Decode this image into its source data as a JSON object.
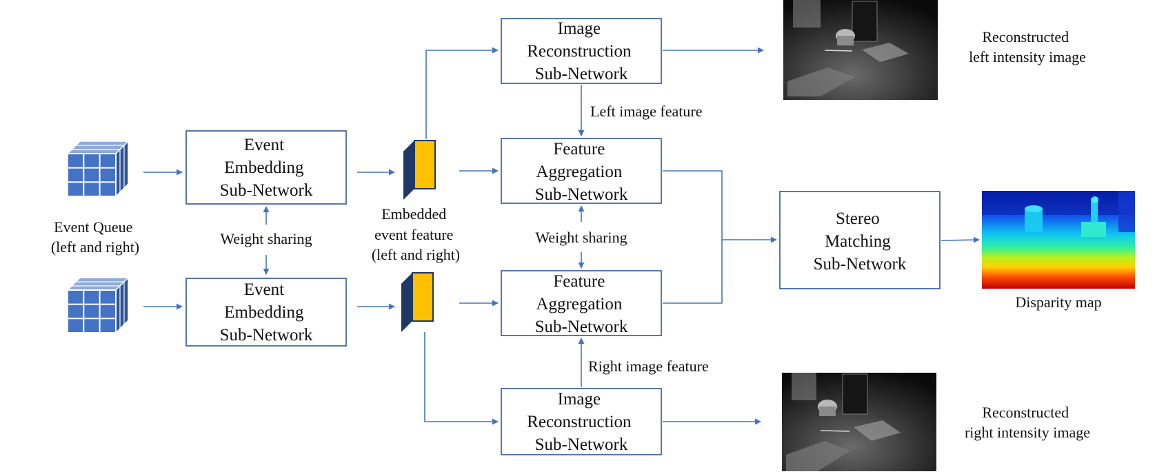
{
  "colors": {
    "arrow": "#4472c4",
    "box_border": "#2f5597",
    "feature_front": "#ffc000",
    "feature_side": "#1f3864",
    "cube": "#4472c4"
  },
  "nodes": {
    "event_embedding_top": [
      "Event",
      "Embedding",
      "Sub-Network"
    ],
    "event_embedding_bottom": [
      "Event",
      "Embedding",
      "Sub-Network"
    ],
    "image_recon_top": [
      "Image",
      "Reconstruction",
      "Sub-Network"
    ],
    "image_recon_bottom": [
      "Image",
      "Reconstruction",
      "Sub-Network"
    ],
    "feature_agg_top": [
      "Feature",
      "Aggregation",
      "Sub-Network"
    ],
    "feature_agg_bottom": [
      "Feature",
      "Aggregation",
      "Sub-Network"
    ],
    "stereo_matching": [
      "Stereo",
      "Matching",
      "Sub-Network"
    ]
  },
  "labels": {
    "event_queue": [
      "Event Queue",
      "(left and right)"
    ],
    "weight_sharing_left": "Weight sharing",
    "weight_sharing_right": "Weight sharing",
    "embedded_feature": [
      "Embedded",
      "event feature",
      "(left and right)"
    ],
    "left_image_feature": "Left image feature",
    "right_image_feature": "Right image feature",
    "recon_left": [
      "Reconstructed",
      "left intensity image"
    ],
    "recon_right": [
      "Reconstructed",
      "right intensity image"
    ],
    "disparity_map": "Disparity map"
  },
  "icons": {
    "event_cube": "event-voxel-cube-icon",
    "feature_block": "feature-block-icon",
    "grayscale_image": "reconstructed-grayscale-image",
    "disparity_image": "disparity-colormap-image"
  }
}
